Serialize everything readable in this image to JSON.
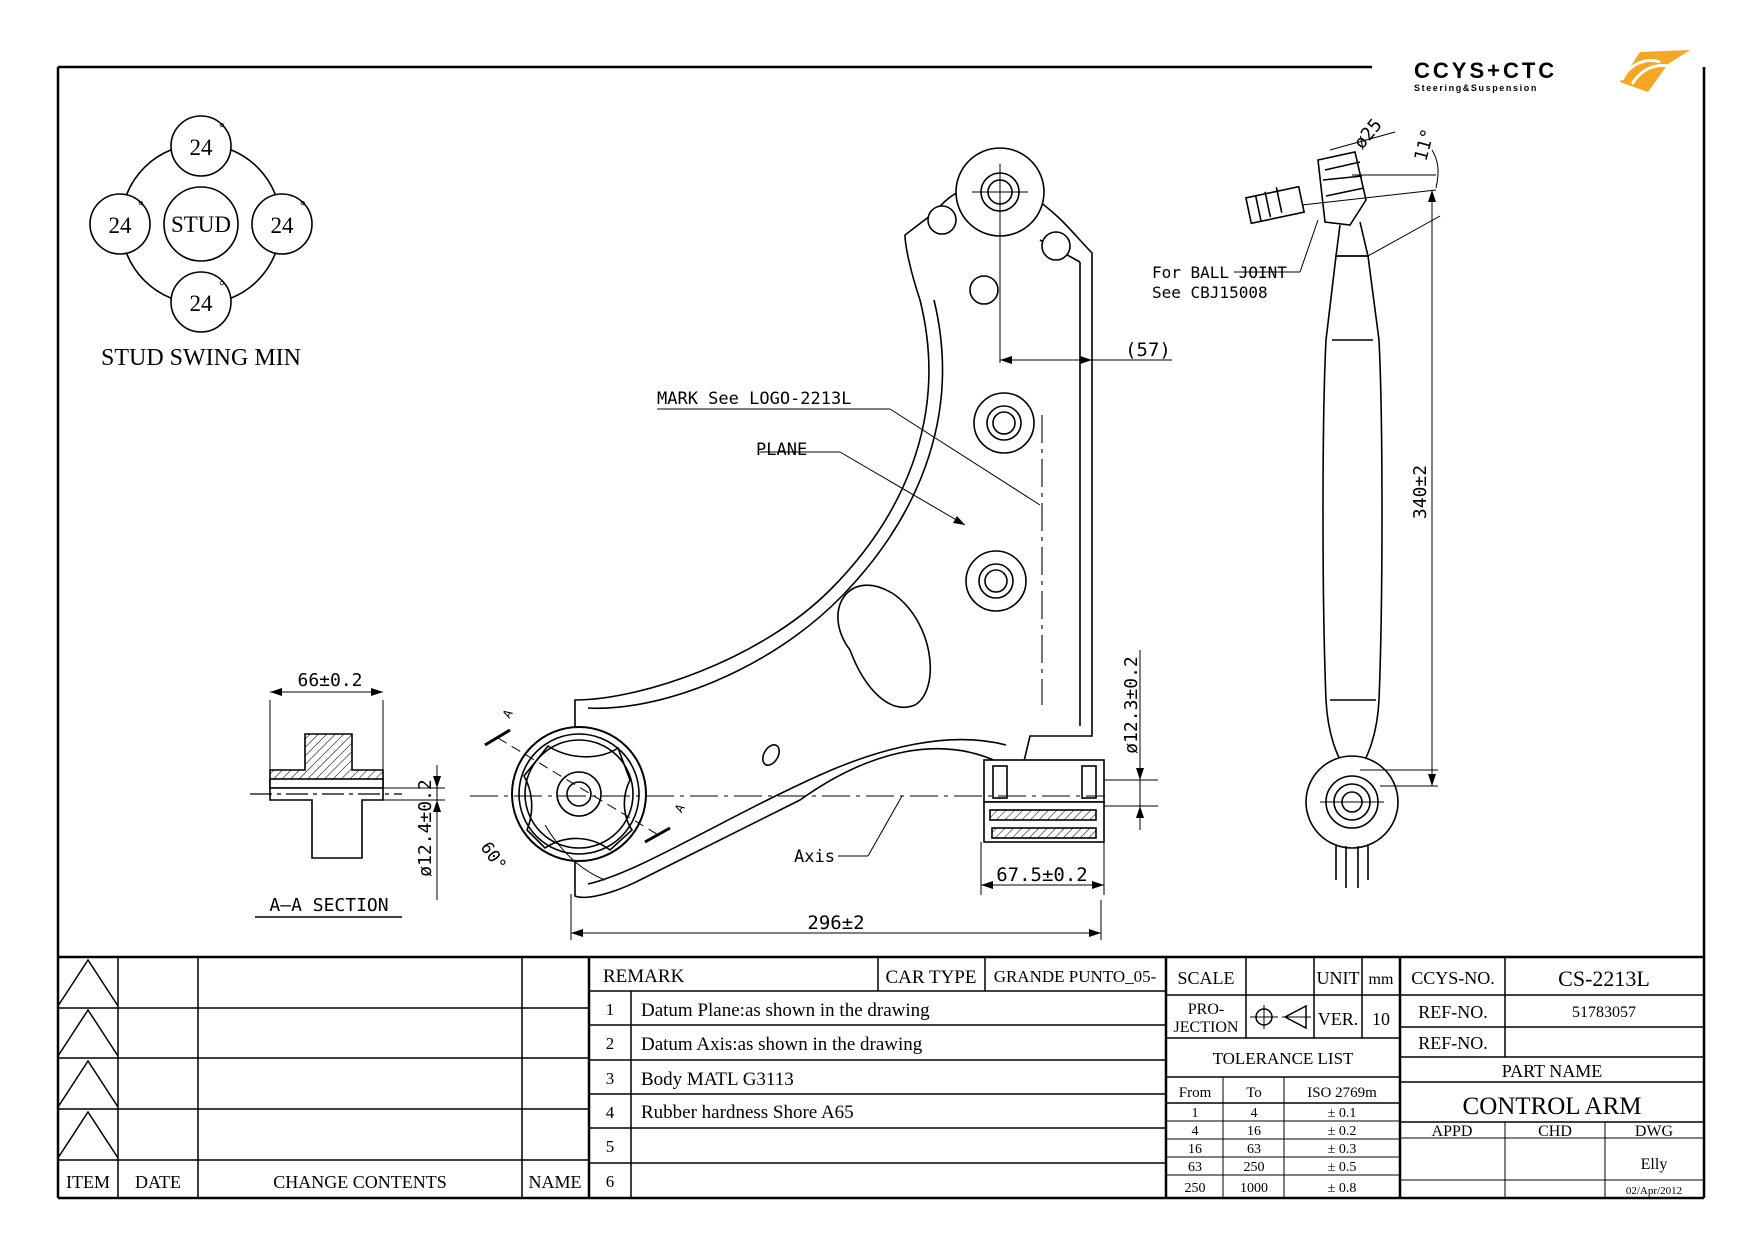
{
  "logo": {
    "brand": "CCYS+CTC",
    "tagline": "Steering&Suspension",
    "accent": "#f5a623"
  },
  "stud_swing": {
    "center": "STUD",
    "top": "24",
    "left": "24",
    "right": "24",
    "bottom": "24",
    "degree": "°",
    "caption": "STUD SWING MIN"
  },
  "section": {
    "width_dim": "66±0.2",
    "height_dim": "ø12.4±0.2",
    "caption": "A–A SECTION"
  },
  "main_view": {
    "mark_label": "MARK See LOGO-2213L",
    "plane_label": "PLANE",
    "axis_label": "Axis",
    "dim_57": "(57)",
    "dim_diam": "ø12.3±0.2",
    "dim_675": "67.5±0.2",
    "dim_296": "296±2",
    "angle": "60°",
    "section_marker": "A"
  },
  "side_view": {
    "ball_joint_line1": "For BALL JOINT",
    "ball_joint_line2": "See CBJ15008",
    "dim_25": "ø25",
    "dim_11": "11°",
    "dim_340": "340±2"
  },
  "revision_table": {
    "col_item": "ITEM",
    "col_date": "DATE",
    "col_contents": "CHANGE CONTENTS",
    "col_name": "NAME"
  },
  "remarks": {
    "header": "REMARK",
    "car_type_label": "CAR TYPE",
    "car_type_value": "GRANDE PUNTO_05-",
    "items": [
      {
        "no": "1",
        "text": "Datum Plane:as shown in the drawing"
      },
      {
        "no": "2",
        "text": "Datum Axis:as shown in the drawing"
      },
      {
        "no": "3",
        "text": "Body MATL G3113"
      },
      {
        "no": "4",
        "text": "Rubber hardness Shore A65"
      },
      {
        "no": "5",
        "text": ""
      },
      {
        "no": "6",
        "text": ""
      }
    ]
  },
  "title_block": {
    "scale_label": "SCALE",
    "unit_label": "UNIT",
    "unit_value": "mm",
    "projection_label_1": "PRO-",
    "projection_label_2": "JECTION",
    "ver_label": "VER.",
    "ver_value": "10",
    "tolerance_title": "TOLERANCE LIST",
    "tol_headers": {
      "from": "From",
      "to": "To",
      "std": "ISO 2769m"
    },
    "tolerance_rows": [
      {
        "from": "1",
        "to": "4",
        "tol": "± 0.1"
      },
      {
        "from": "4",
        "to": "16",
        "tol": "± 0.2"
      },
      {
        "from": "16",
        "to": "63",
        "tol": "± 0.3"
      },
      {
        "from": "63",
        "to": "250",
        "tol": "± 0.5"
      },
      {
        "from": "250",
        "to": "1000",
        "tol": "± 0.8"
      }
    ],
    "ccys_label": "CCYS-NO.",
    "ccys_value": "CS-2213L",
    "ref_label_1": "REF-NO.",
    "ref_value_1": "51783057",
    "ref_label_2": "REF-NO.",
    "ref_value_2": "",
    "part_name_label": "PART NAME",
    "part_name": "CONTROL ARM",
    "appd_label": "APPD",
    "chd_label": "CHD",
    "dwg_label": "DWG",
    "dwg_name": "Elly",
    "dwg_date": "02/Apr/2012"
  }
}
